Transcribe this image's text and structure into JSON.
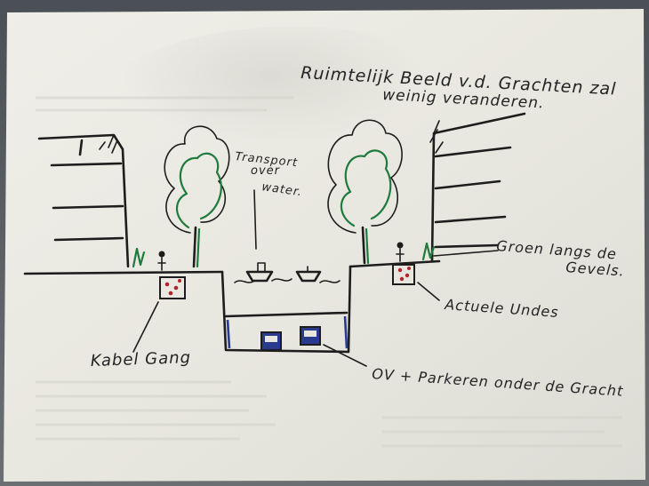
{
  "sketch": {
    "title_line_1": "Ruimtelijk Beeld v.d. Grachten zal",
    "title_line_2": "weinig veranderen.",
    "transport_line_1": "Transport",
    "transport_line_2": "over",
    "transport_line_3": "water.",
    "green_line_1": "Groen langs de",
    "green_line_2": "Gevels.",
    "roots_label": "Actuele Undes",
    "tunnel_label": "OV + Parkeren onder de Gracht",
    "cable_label": "Kabel Gang"
  },
  "colors": {
    "paper": "#ecebe4",
    "ink": "#1d1d1d",
    "tree_green": "#1f7a3e",
    "tunnel_blue": "#2a3a8f",
    "root_red": "#b0242a"
  }
}
